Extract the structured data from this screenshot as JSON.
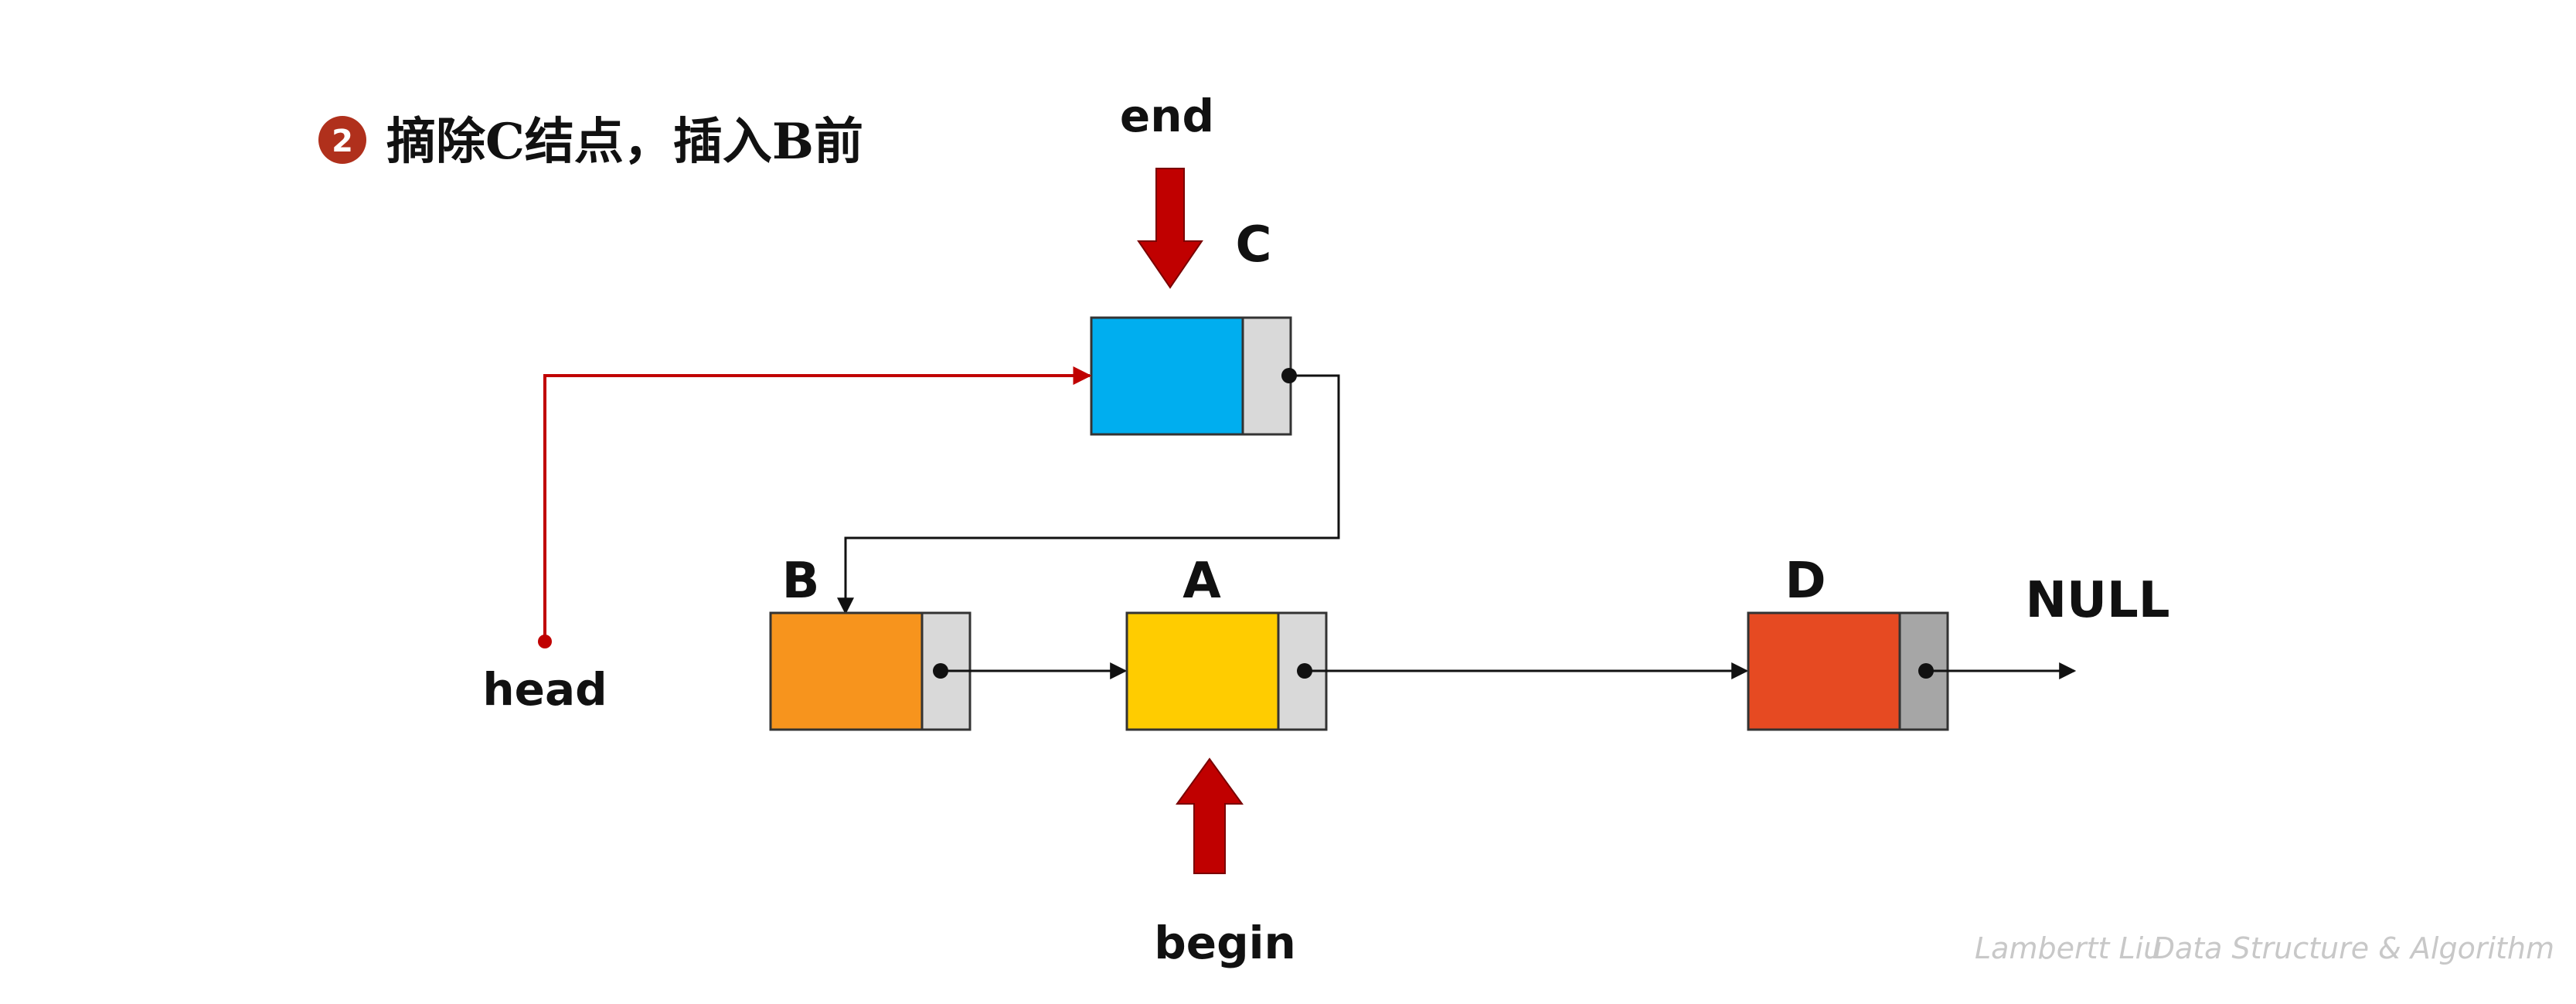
{
  "title": {
    "step_number": "2",
    "text": "摘除C结点，插入B前"
  },
  "nodes": {
    "c": {
      "label": "C",
      "color": "#00AEEF",
      "pointer_cell_color": "#D9D9D9"
    },
    "b": {
      "label": "B",
      "color": "#F7941D",
      "pointer_cell_color": "#D9D9D9"
    },
    "a": {
      "label": "A",
      "color": "#FFCC00",
      "pointer_cell_color": "#D9D9D9"
    },
    "d": {
      "label": "D",
      "color": "#E64A22",
      "pointer_cell_color": "#A6A6A6"
    }
  },
  "pointers": {
    "end": "end",
    "begin": "begin",
    "head": "head",
    "null": "NULL"
  },
  "colors": {
    "step_badge": "#B0301C",
    "pointer_arrow": "#C00000",
    "head_link": "#C00000",
    "link": "#111111"
  },
  "footer": {
    "author": "Lambertt Liu",
    "course": "Data Structure & Algorithm"
  }
}
